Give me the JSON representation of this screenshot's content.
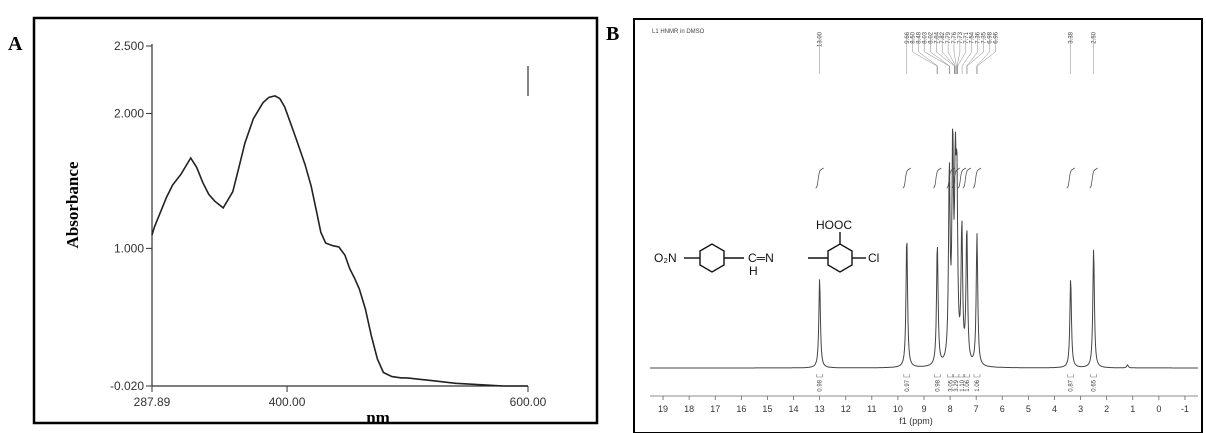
{
  "panel_a_label": "A",
  "panel_b_label": "B",
  "chart_data": [
    {
      "type": "line",
      "panel": "A",
      "title": "",
      "xlabel": "nm",
      "ylabel": "Absorbance",
      "xlim": [
        287.89,
        600.0
      ],
      "ylim": [
        -0.02,
        2.5
      ],
      "x_tick_labels": [
        "287.89",
        "400.00",
        "600.00"
      ],
      "x_ticks": [
        287.89,
        400.0,
        600.0
      ],
      "y_tick_labels": [
        "-0.020",
        "1.000",
        "2.000",
        "2.500"
      ],
      "y_ticks": [
        -0.02,
        1.0,
        2.0,
        2.5
      ],
      "grid": false,
      "series": [
        {
          "x": [
            287.89,
            290,
            300,
            305,
            312,
            320,
            325,
            330,
            335,
            340,
            347,
            355,
            360,
            365,
            372,
            380,
            385,
            390,
            394,
            398,
            402,
            408,
            415,
            420,
            425,
            428,
            432,
            438,
            443,
            448,
            452,
            456,
            460,
            465,
            470,
            475,
            480,
            487,
            495,
            500,
            510,
            520,
            540,
            560,
            580,
            600
          ],
          "y": [
            1.1,
            1.16,
            1.38,
            1.47,
            1.55,
            1.67,
            1.6,
            1.49,
            1.4,
            1.35,
            1.3,
            1.42,
            1.6,
            1.78,
            1.96,
            2.08,
            2.12,
            2.13,
            2.11,
            2.05,
            1.95,
            1.8,
            1.62,
            1.46,
            1.25,
            1.12,
            1.04,
            1.02,
            1.01,
            0.95,
            0.85,
            0.78,
            0.7,
            0.55,
            0.35,
            0.18,
            0.08,
            0.05,
            0.04,
            0.04,
            0.03,
            0.02,
            0.0,
            -0.01,
            -0.02,
            -0.02
          ]
        }
      ]
    },
    {
      "type": "line",
      "panel": "B",
      "title": "L1 HNMR in DMSO",
      "xlabel": "f1 (ppm)",
      "ylabel": "",
      "xlim": [
        19.5,
        -1.5
      ],
      "x_ticks": [
        19,
        18,
        17,
        16,
        15,
        14,
        13,
        12,
        11,
        10,
        9,
        8,
        7,
        6,
        5,
        4,
        3,
        2,
        1,
        0,
        -1
      ],
      "x_tick_labels": [
        "19",
        "18",
        "17",
        "16",
        "15",
        "14",
        "13",
        "12",
        "11",
        "10",
        "9",
        "8",
        "7",
        "6",
        "5",
        "4",
        "3",
        "2",
        "1",
        "0",
        "-1"
      ],
      "ylim": [
        0,
        1.0
      ],
      "peak_labels": [
        "13.00",
        "9.66",
        "8.50",
        "8.48",
        "8.03",
        "8.02",
        "7.84",
        "7.82",
        "7.79",
        "7.76",
        "7.73",
        "7.71",
        "7.54",
        "7.36",
        "7.35",
        "6.98",
        "6.96",
        "3.38",
        "2.50"
      ],
      "integrals": [
        "0.98",
        "0.97",
        "0.98",
        "3.05",
        "3.29",
        "1.10",
        "1.06",
        "1.06",
        "0.87",
        "0.65"
      ],
      "peaks": [
        {
          "ppm": 13.0,
          "height": 0.3
        },
        {
          "ppm": 9.66,
          "height": 0.44
        },
        {
          "ppm": 8.49,
          "height": 0.41
        },
        {
          "ppm": 8.03,
          "height": 0.63
        },
        {
          "ppm": 7.9,
          "height": 0.7
        },
        {
          "ppm": 7.8,
          "height": 0.55
        },
        {
          "ppm": 7.74,
          "height": 0.54
        },
        {
          "ppm": 7.55,
          "height": 0.45
        },
        {
          "ppm": 7.36,
          "height": 0.45
        },
        {
          "ppm": 6.97,
          "height": 0.44
        },
        {
          "ppm": 3.38,
          "height": 0.3
        },
        {
          "ppm": 2.5,
          "height": 0.4
        },
        {
          "ppm": 1.2,
          "height": 0.01
        }
      ],
      "structure_labels": {
        "hooc": "HOOC",
        "no2": "O₂N",
        "imine": "C═N",
        "h": "H",
        "cl": "Cl"
      }
    }
  ]
}
